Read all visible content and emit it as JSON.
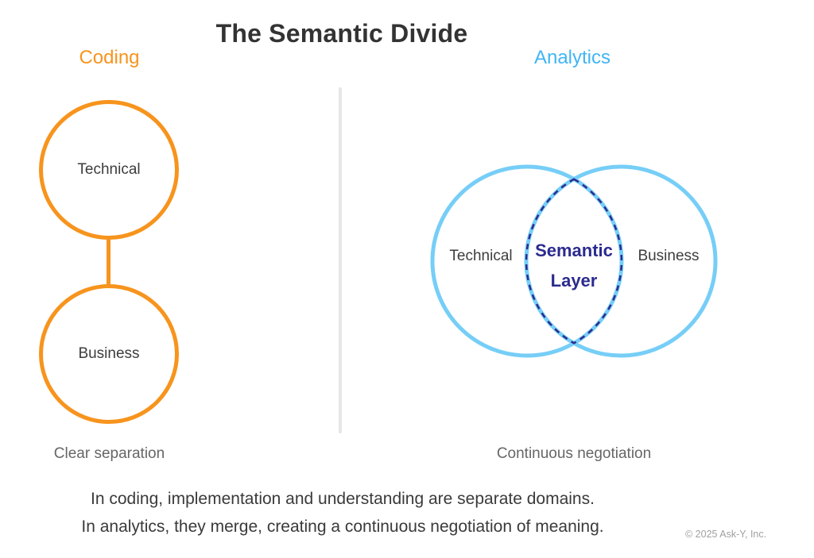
{
  "title": "The Semantic Divide",
  "left_panel": {
    "heading": "Coding",
    "top_circle_label": "Technical",
    "bottom_circle_label": "Business",
    "caption": "Clear separation"
  },
  "right_panel": {
    "heading": "Analytics",
    "left_circle_label": "Technical",
    "right_circle_label": "Business",
    "overlap_label_line1": "Semantic",
    "overlap_label_line2": "Layer",
    "caption": "Continuous negotiation"
  },
  "footer": {
    "line1": "In coding, implementation and understanding are separate domains.",
    "line2": "In analytics, they merge, creating a continuous negotiation of meaning.",
    "copyright": "© 2025 Ask-Y, Inc."
  },
  "colors": {
    "coding_accent": "#F7941D",
    "analytics_heading": "#41B5F4",
    "venn_circle_stroke": "#76CEF7",
    "semantic_layer_indigo": "#2B2B8F",
    "title_text": "#333333",
    "caption_text": "#666666",
    "body_text": "#3a3a3a",
    "copyright_text": "#a0a0a0"
  }
}
